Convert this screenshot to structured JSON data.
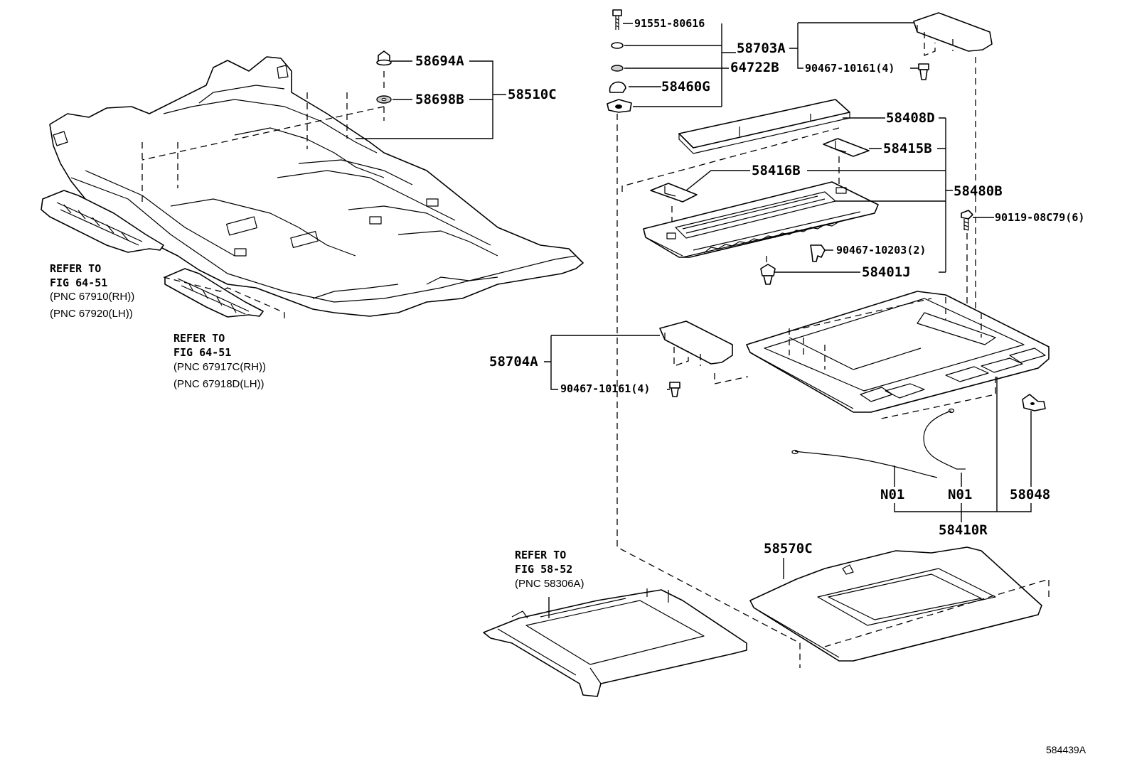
{
  "parts": {
    "p58694A": "58694A",
    "p58698B": "58698B",
    "p58510C": "58510C",
    "p91551": "91551-80616",
    "p58703A": "58703A",
    "p64722B": "64722B",
    "p90467_top": "90467-10161(4)",
    "p58460G": "58460G",
    "p58408D": "58408D",
    "p58415B": "58415B",
    "p58416B": "58416B",
    "p58480B": "58480B",
    "p90119": "90119-08C79(6)",
    "p90467_10203": "90467-10203(2)",
    "p58401J": "58401J",
    "p58704A": "58704A",
    "p90467_mid": "90467-10161(4)",
    "pN01a": "N01",
    "pN01b": "N01",
    "p58048": "58048",
    "p58410R": "58410R",
    "p58570C": "58570C"
  },
  "references": {
    "ref1": {
      "line1": "REFER TO",
      "line2": "FIG 64-51",
      "pnc1": "(PNC 67910(RH))",
      "pnc2": "(PNC 67920(LH))"
    },
    "ref2": {
      "line1": "REFER TO",
      "line2": "FIG 64-51",
      "pnc1": "(PNC 67917C(RH))",
      "pnc2": "(PNC 67918D(LH))"
    },
    "ref3": {
      "line1": "REFER TO",
      "line2": "FIG 58-52",
      "pnc1": "(PNC 58306A)"
    }
  },
  "diagram_code": "584439A"
}
